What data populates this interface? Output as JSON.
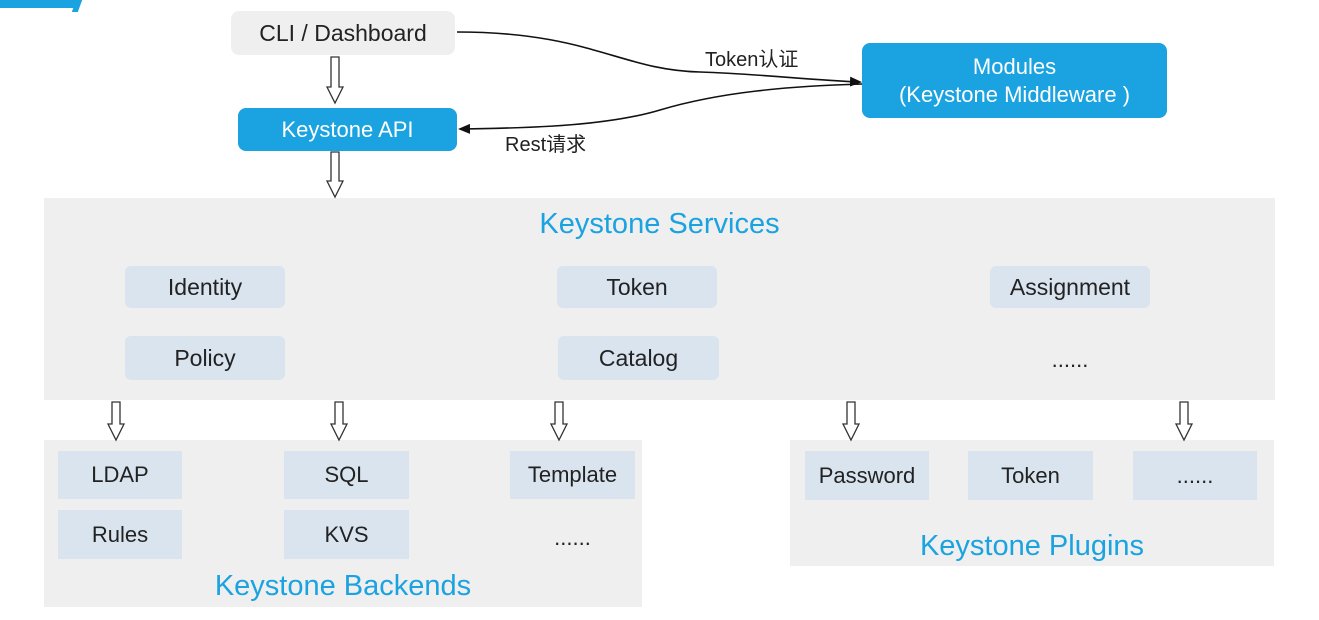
{
  "clients": {
    "label": "CLI / Dashboard"
  },
  "api": {
    "label": "Keystone API"
  },
  "modules": {
    "line1": "Modules",
    "line2": "(Keystone Middleware )"
  },
  "edges": {
    "token_auth": "Token认证",
    "rest_request": "Rest请求"
  },
  "services": {
    "title": "Keystone Services",
    "items": [
      "Identity",
      "Token",
      "Assignment",
      "Policy",
      "Catalog",
      "......"
    ]
  },
  "backends": {
    "title": "Keystone Backends",
    "items": [
      "LDAP",
      "SQL",
      "Template",
      "Rules",
      "KVS",
      "......"
    ]
  },
  "plugins": {
    "title": "Keystone Plugins",
    "items": [
      "Password",
      "Token",
      "......"
    ]
  },
  "colors": {
    "accent": "#1aa3e0",
    "panel": "#efefef",
    "box": "#d9e4ef"
  }
}
